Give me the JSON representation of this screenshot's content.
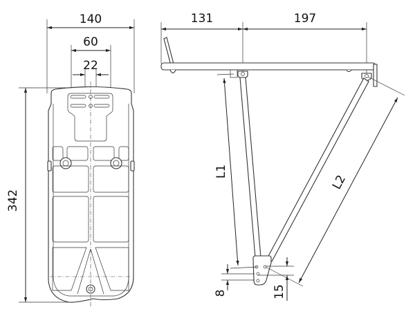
{
  "front_view": {
    "width_overall": "140",
    "hole_spacing_outer": "60",
    "hole_spacing_inner": "22",
    "height_overall": "342"
  },
  "side_view": {
    "rear_length": "131",
    "front_length": "197",
    "strut_length_1": "L1",
    "strut_length_2": "L2",
    "offset_small": "8",
    "offset_large": "15"
  },
  "colors": {
    "line": "#222222",
    "background": "#ffffff"
  }
}
